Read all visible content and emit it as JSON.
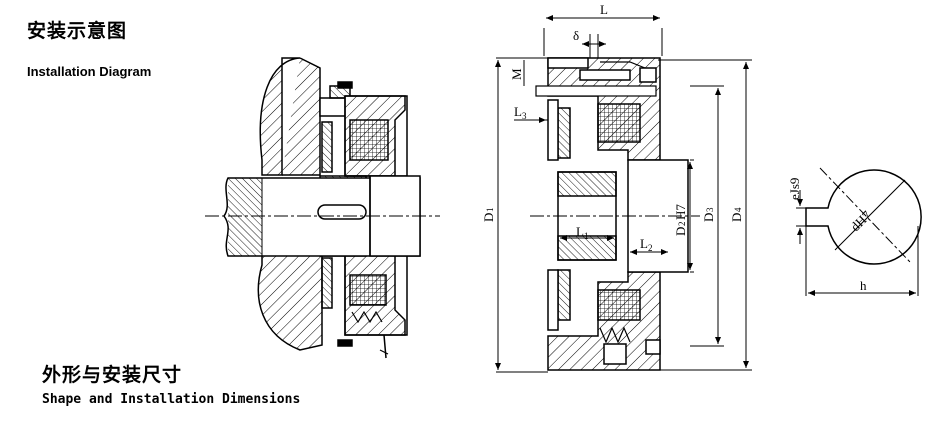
{
  "headings": {
    "install_cn": "安装示意图",
    "install_en": "Installation Diagram",
    "dims_cn": "外形与安装尺寸",
    "dims_en": "Shape and Installation Dimensions"
  },
  "dimension_labels": {
    "L": "L",
    "delta": "δ",
    "M": "M",
    "L3": "L",
    "L3_sub": "3",
    "L1": "L",
    "L1_sub": "1",
    "L2": "L",
    "L2_sub": "2",
    "D1": "D",
    "D1_sub": "1",
    "D2H7": "D",
    "D2H7_sub": "2",
    "D2H7_tail": "H7",
    "D3": "D",
    "D3_sub": "3",
    "D4": "D",
    "D4_sub": "4",
    "eJs9": "eJs9",
    "dH7": "dH7",
    "h": "h"
  }
}
